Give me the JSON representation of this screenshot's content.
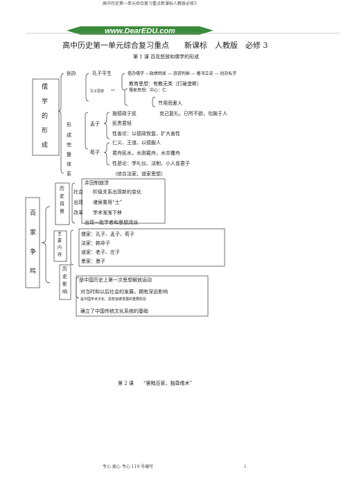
{
  "header": "高中历史第一单元综合复习重点新课标人教版必修3",
  "logo_text": "www.DearEDU.com",
  "title": "高中历史第一单元综合复习重点　　新课标　人教版　必修 3",
  "lesson1": "第 1 课  百花怒放和儒学的形成",
  "ru_chars": [
    "儒",
    "学",
    "的",
    "形",
    "成"
  ],
  "chuangli": "创办",
  "kongzi_life": "孔子平生",
  "kongzi_life_detail": "倡办儒学 —政绩明显 — 游游列国 — 著书立说 — 创办私学",
  "jiaoyu": "教育思想：有教无类（打破垄断）",
  "kongzi_thought": "孔子思想",
  "ru_thought": "儒家思想：中心：仁",
  "jieyong": "节用而爱人",
  "xingcheng_chars": [
    "形",
    "成",
    "完",
    "整",
    "体",
    "系"
  ],
  "shi_dezheng": "施德政于民",
  "keji": "克己复礼，已所不欲，勿施于人",
  "mengzi": "孟子",
  "mingui": "民贵君轻",
  "xingshan": "性善论：以德政恢复、扩大善性",
  "xunzi": "荀子",
  "renyi": "仁义、王道、以德服人",
  "junzhou": "君舟民水，水则载舟，水亦覆舟",
  "xinge": "性恶论：学礼仪、法制，小人变君子",
  "zonghe": "（综合法家、道家思想）",
  "baijia_chars": [
    "百",
    "家",
    "争",
    "鸣"
  ],
  "bg_box": [
    "历",
    "史",
    "背",
    "景"
  ],
  "bg_mid": [
    "社会",
    "出现",
    "改革"
  ],
  "jingtian": "井田制崩溃",
  "jieji": "阶级关系出现新的变化",
  "zhuhou": "诸侯重用“士”",
  "xueshu": "学术渐渐下移",
  "chuxian": "出现一批学者和思想流派",
  "zhuyao_box": [
    "主",
    "要",
    "内",
    "容"
  ],
  "schools": [
    "儒家：孔子、孟子、荀子",
    "法家：韩非子",
    "道家：老子、庄子",
    "墨家：墨子"
  ],
  "yx_box": [
    "历",
    "史",
    "影",
    "响"
  ],
  "yx1": "是中国历史上第一次思想解放运动",
  "yx2": "对当时和以后社会的发展，拥有深远影响",
  "yx3": "是中国学术文化、思想道德发展的重要阶段",
  "yx4": "确立了中国传统文化系统的基础",
  "lesson2": "第 2 课　　“罢黜百家，独尊儒术”",
  "footer_left": "专心  爱心  专心      119 号编写",
  "footer_page": "1",
  "colors": {
    "logo_green": "#3a8a3a",
    "logo_text": "#ffffff",
    "ink": "#222222"
  }
}
